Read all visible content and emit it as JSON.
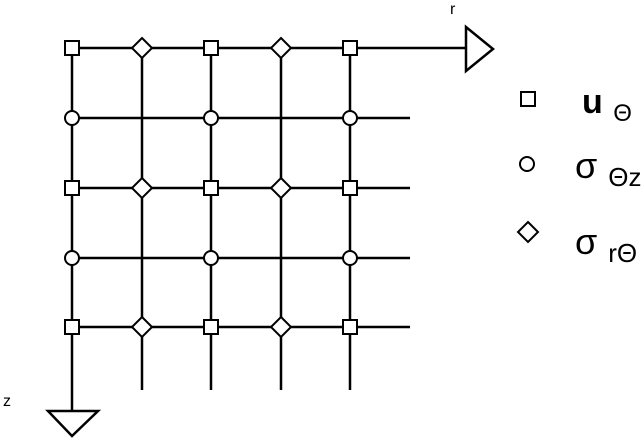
{
  "axes": {
    "r_label": "r",
    "z_label": "z"
  },
  "legend": [
    {
      "marker": "square-marker",
      "symbol": "u",
      "subscript": "Θ"
    },
    {
      "marker": "circle-marker",
      "symbol": "σ",
      "subscript": "Θz"
    },
    {
      "marker": "diamond-marker",
      "symbol": "σ",
      "subscript": "rΘ"
    }
  ],
  "grid": {
    "columns": 5,
    "rows": 5,
    "nodes": [
      [
        "square",
        "diamond",
        "square",
        "diamond",
        "square"
      ],
      [
        "circle",
        "none",
        "circle",
        "none",
        "circle"
      ],
      [
        "square",
        "diamond",
        "square",
        "diamond",
        "square"
      ],
      [
        "circle",
        "none",
        "circle",
        "none",
        "circle"
      ],
      [
        "square",
        "diamond",
        "square",
        "diamond",
        "square"
      ]
    ]
  },
  "colors": {
    "stroke": "#000000",
    "fill": "#ffffff"
  }
}
